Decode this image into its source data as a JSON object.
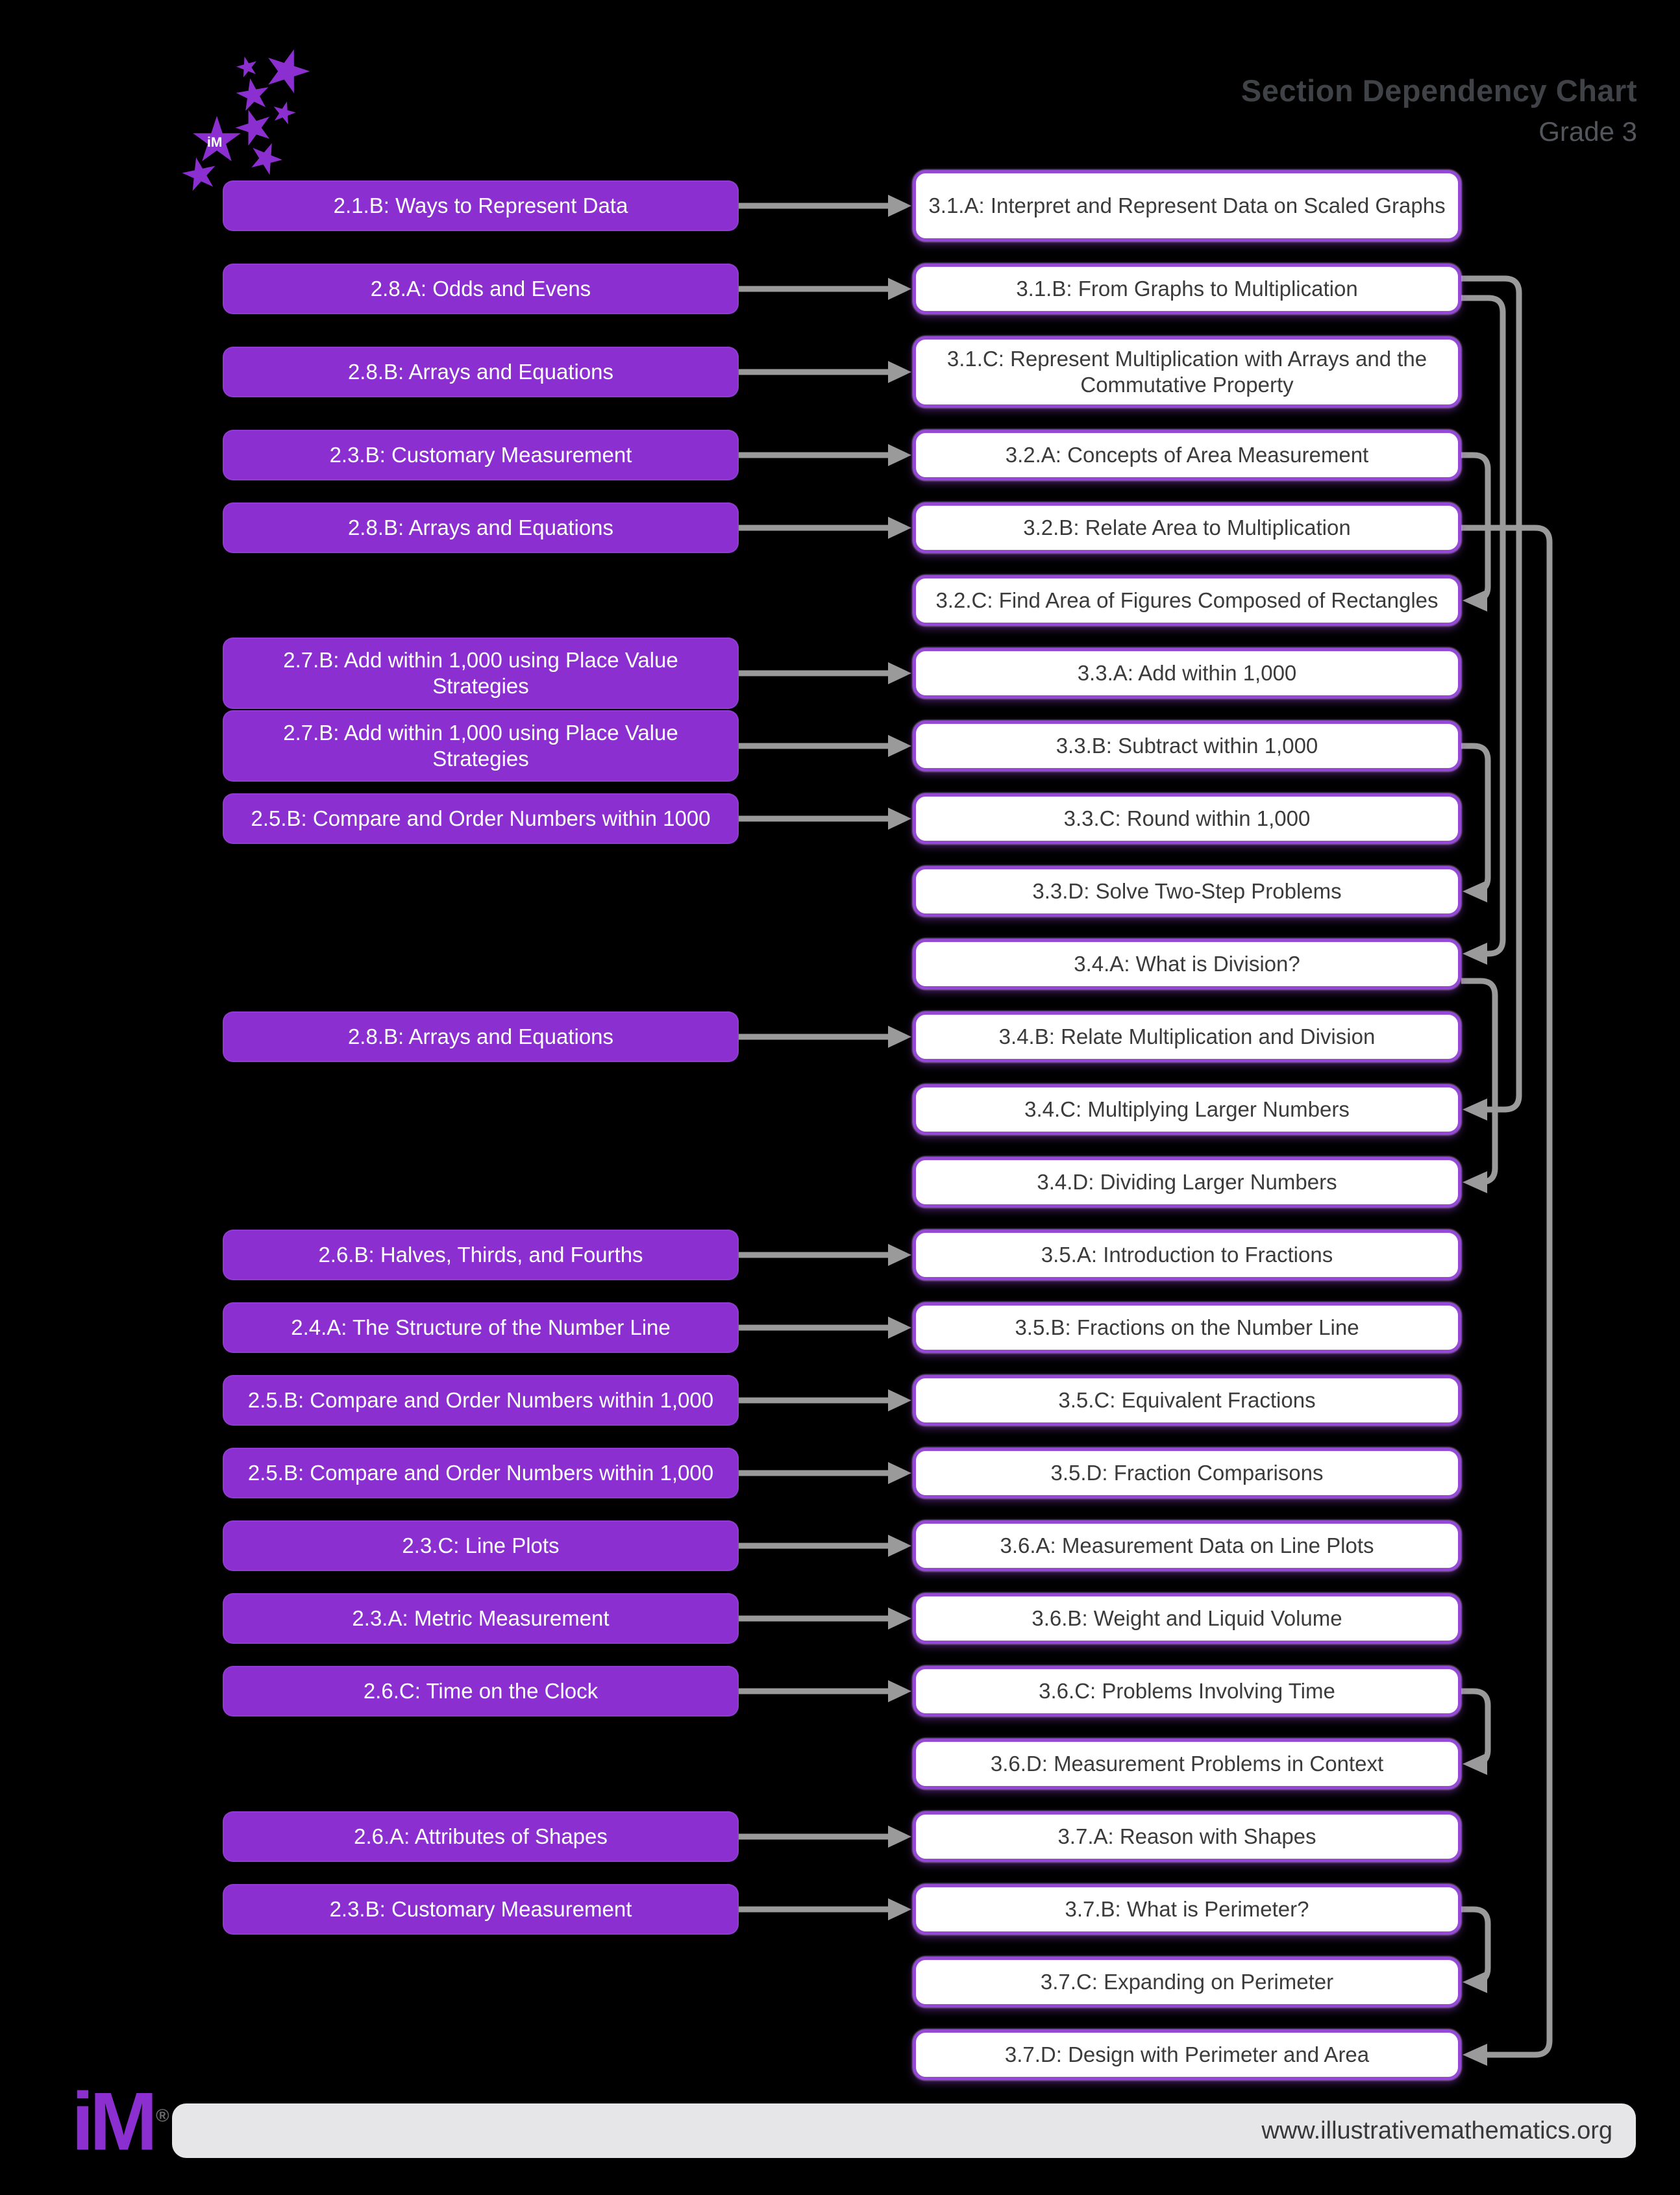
{
  "header": {
    "title": "Section Dependency Chart",
    "subtitle": "Grade 3"
  },
  "logo": {
    "icon": "im-stars-logo",
    "star_glyph": "★",
    "star_mark": "iM"
  },
  "footer": {
    "url": "www.illustrativemathematics.org",
    "brand": "iM",
    "registered": "®"
  },
  "colors": {
    "background": "#000000",
    "purple": "#8c2fd0",
    "purple_border": "#9549d6",
    "arrow_gray": "#9a9a9a",
    "title_gray": "#3f4347",
    "subtitle_gray": "#53565c",
    "box_text_dark": "#3b3b3b",
    "footer_bg": "#e6e5e7",
    "footer_text": "#38383a"
  },
  "right_sections": [
    {
      "id": "3.1.A",
      "label": "3.1.A: Interpret and Represent Data on Scaled Graphs",
      "tall": true
    },
    {
      "id": "3.1.B",
      "label": "3.1.B: From Graphs to Multiplication",
      "tall": false
    },
    {
      "id": "3.1.C",
      "label": "3.1.C: Represent Multiplication with Arrays and the Commutative Property",
      "tall": true
    },
    {
      "id": "3.2.A",
      "label": "3.2.A: Concepts of Area Measurement",
      "tall": false
    },
    {
      "id": "3.2.B",
      "label": "3.2.B: Relate Area to Multiplication",
      "tall": false
    },
    {
      "id": "3.2.C",
      "label": "3.2.C: Find Area of Figures Composed of Rectangles",
      "tall": false
    },
    {
      "id": "3.3.A",
      "label": "3.3.A: Add within 1,000",
      "tall": false
    },
    {
      "id": "3.3.B",
      "label": "3.3.B: Subtract within 1,000",
      "tall": false
    },
    {
      "id": "3.3.C",
      "label": "3.3.C: Round within 1,000",
      "tall": false
    },
    {
      "id": "3.3.D",
      "label": "3.3.D: Solve Two-Step Problems",
      "tall": false
    },
    {
      "id": "3.4.A",
      "label": "3.4.A: What is Division?",
      "tall": false
    },
    {
      "id": "3.4.B",
      "label": "3.4.B: Relate Multiplication and Division",
      "tall": false
    },
    {
      "id": "3.4.C",
      "label": "3.4.C: Multiplying Larger Numbers",
      "tall": false
    },
    {
      "id": "3.4.D",
      "label": "3.4.D: Dividing Larger Numbers",
      "tall": false
    },
    {
      "id": "3.5.A",
      "label": "3.5.A: Introduction to Fractions",
      "tall": false
    },
    {
      "id": "3.5.B",
      "label": "3.5.B: Fractions on the Number Line",
      "tall": false
    },
    {
      "id": "3.5.C",
      "label": "3.5.C: Equivalent Fractions",
      "tall": false
    },
    {
      "id": "3.5.D",
      "label": "3.5.D: Fraction Comparisons",
      "tall": false
    },
    {
      "id": "3.6.A",
      "label": "3.6.A: Measurement Data on Line Plots",
      "tall": false
    },
    {
      "id": "3.6.B",
      "label": "3.6.B: Weight and Liquid Volume",
      "tall": false
    },
    {
      "id": "3.6.C",
      "label": "3.6.C: Problems Involving Time",
      "tall": false
    },
    {
      "id": "3.6.D",
      "label": "3.6.D: Measurement Problems in Context",
      "tall": false
    },
    {
      "id": "3.7.A",
      "label": "3.7.A: Reason with Shapes",
      "tall": false
    },
    {
      "id": "3.7.B",
      "label": "3.7.B: What is Perimeter?",
      "tall": false
    },
    {
      "id": "3.7.C",
      "label": "3.7.C: Expanding on Perimeter",
      "tall": false
    },
    {
      "id": "3.7.D",
      "label": "3.7.D: Design with Perimeter and Area",
      "tall": false
    }
  ],
  "left_sections": [
    {
      "label": "2.1.B: Ways to Represent Data",
      "target": "3.1.A",
      "tall": false
    },
    {
      "label": "2.8.A: Odds and Evens",
      "target": "3.1.B",
      "tall": false
    },
    {
      "label": "2.8.B: Arrays and Equations",
      "target": "3.1.C",
      "tall": false
    },
    {
      "label": "2.3.B: Customary Measurement",
      "target": "3.2.A",
      "tall": false
    },
    {
      "label": "2.8.B: Arrays and Equations",
      "target": "3.2.B",
      "tall": false
    },
    {
      "label": "2.7.B: Add within 1,000 using Place Value Strategies",
      "target": "3.3.A",
      "tall": true
    },
    {
      "label": "2.7.B: Add within 1,000 using Place Value Strategies",
      "target": "3.3.B",
      "tall": true
    },
    {
      "label": "2.5.B: Compare and Order Numbers within 1000",
      "target": "3.3.C",
      "tall": false
    },
    {
      "label": "2.8.B: Arrays and Equations",
      "target": "3.4.B",
      "tall": false
    },
    {
      "label": "2.6.B: Halves, Thirds, and Fourths",
      "target": "3.5.A",
      "tall": false
    },
    {
      "label": "2.4.A: The Structure of the Number Line",
      "target": "3.5.B",
      "tall": false
    },
    {
      "label": "2.5.B: Compare and Order Numbers within 1,000",
      "target": "3.5.C",
      "tall": false
    },
    {
      "label": "2.5.B: Compare and Order Numbers within 1,000",
      "target": "3.5.D",
      "tall": false
    },
    {
      "label": "2.3.C: Line Plots",
      "target": "3.6.A",
      "tall": false
    },
    {
      "label": "2.3.A: Metric Measurement",
      "target": "3.6.B",
      "tall": false
    },
    {
      "label": "2.6.C: Time on the Clock",
      "target": "3.6.C",
      "tall": false
    },
    {
      "label": "2.6.A: Attributes of Shapes",
      "target": "3.7.A",
      "tall": false
    },
    {
      "label": "2.3.B: Customary Measurement",
      "target": "3.7.B",
      "tall": false
    }
  ],
  "dependencies": [
    {
      "from": "3.1.B",
      "to": "3.4.C"
    },
    {
      "from": "3.1.B",
      "to": "3.4.A"
    },
    {
      "from": "3.2.A",
      "to": "3.2.C"
    },
    {
      "from": "3.2.B",
      "to": "3.7.D"
    },
    {
      "from": "3.3.B",
      "to": "3.3.D"
    },
    {
      "from": "3.4.A",
      "to": "3.4.D"
    },
    {
      "from": "3.6.C",
      "to": "3.6.D"
    },
    {
      "from": "3.7.B",
      "to": "3.7.C"
    }
  ]
}
